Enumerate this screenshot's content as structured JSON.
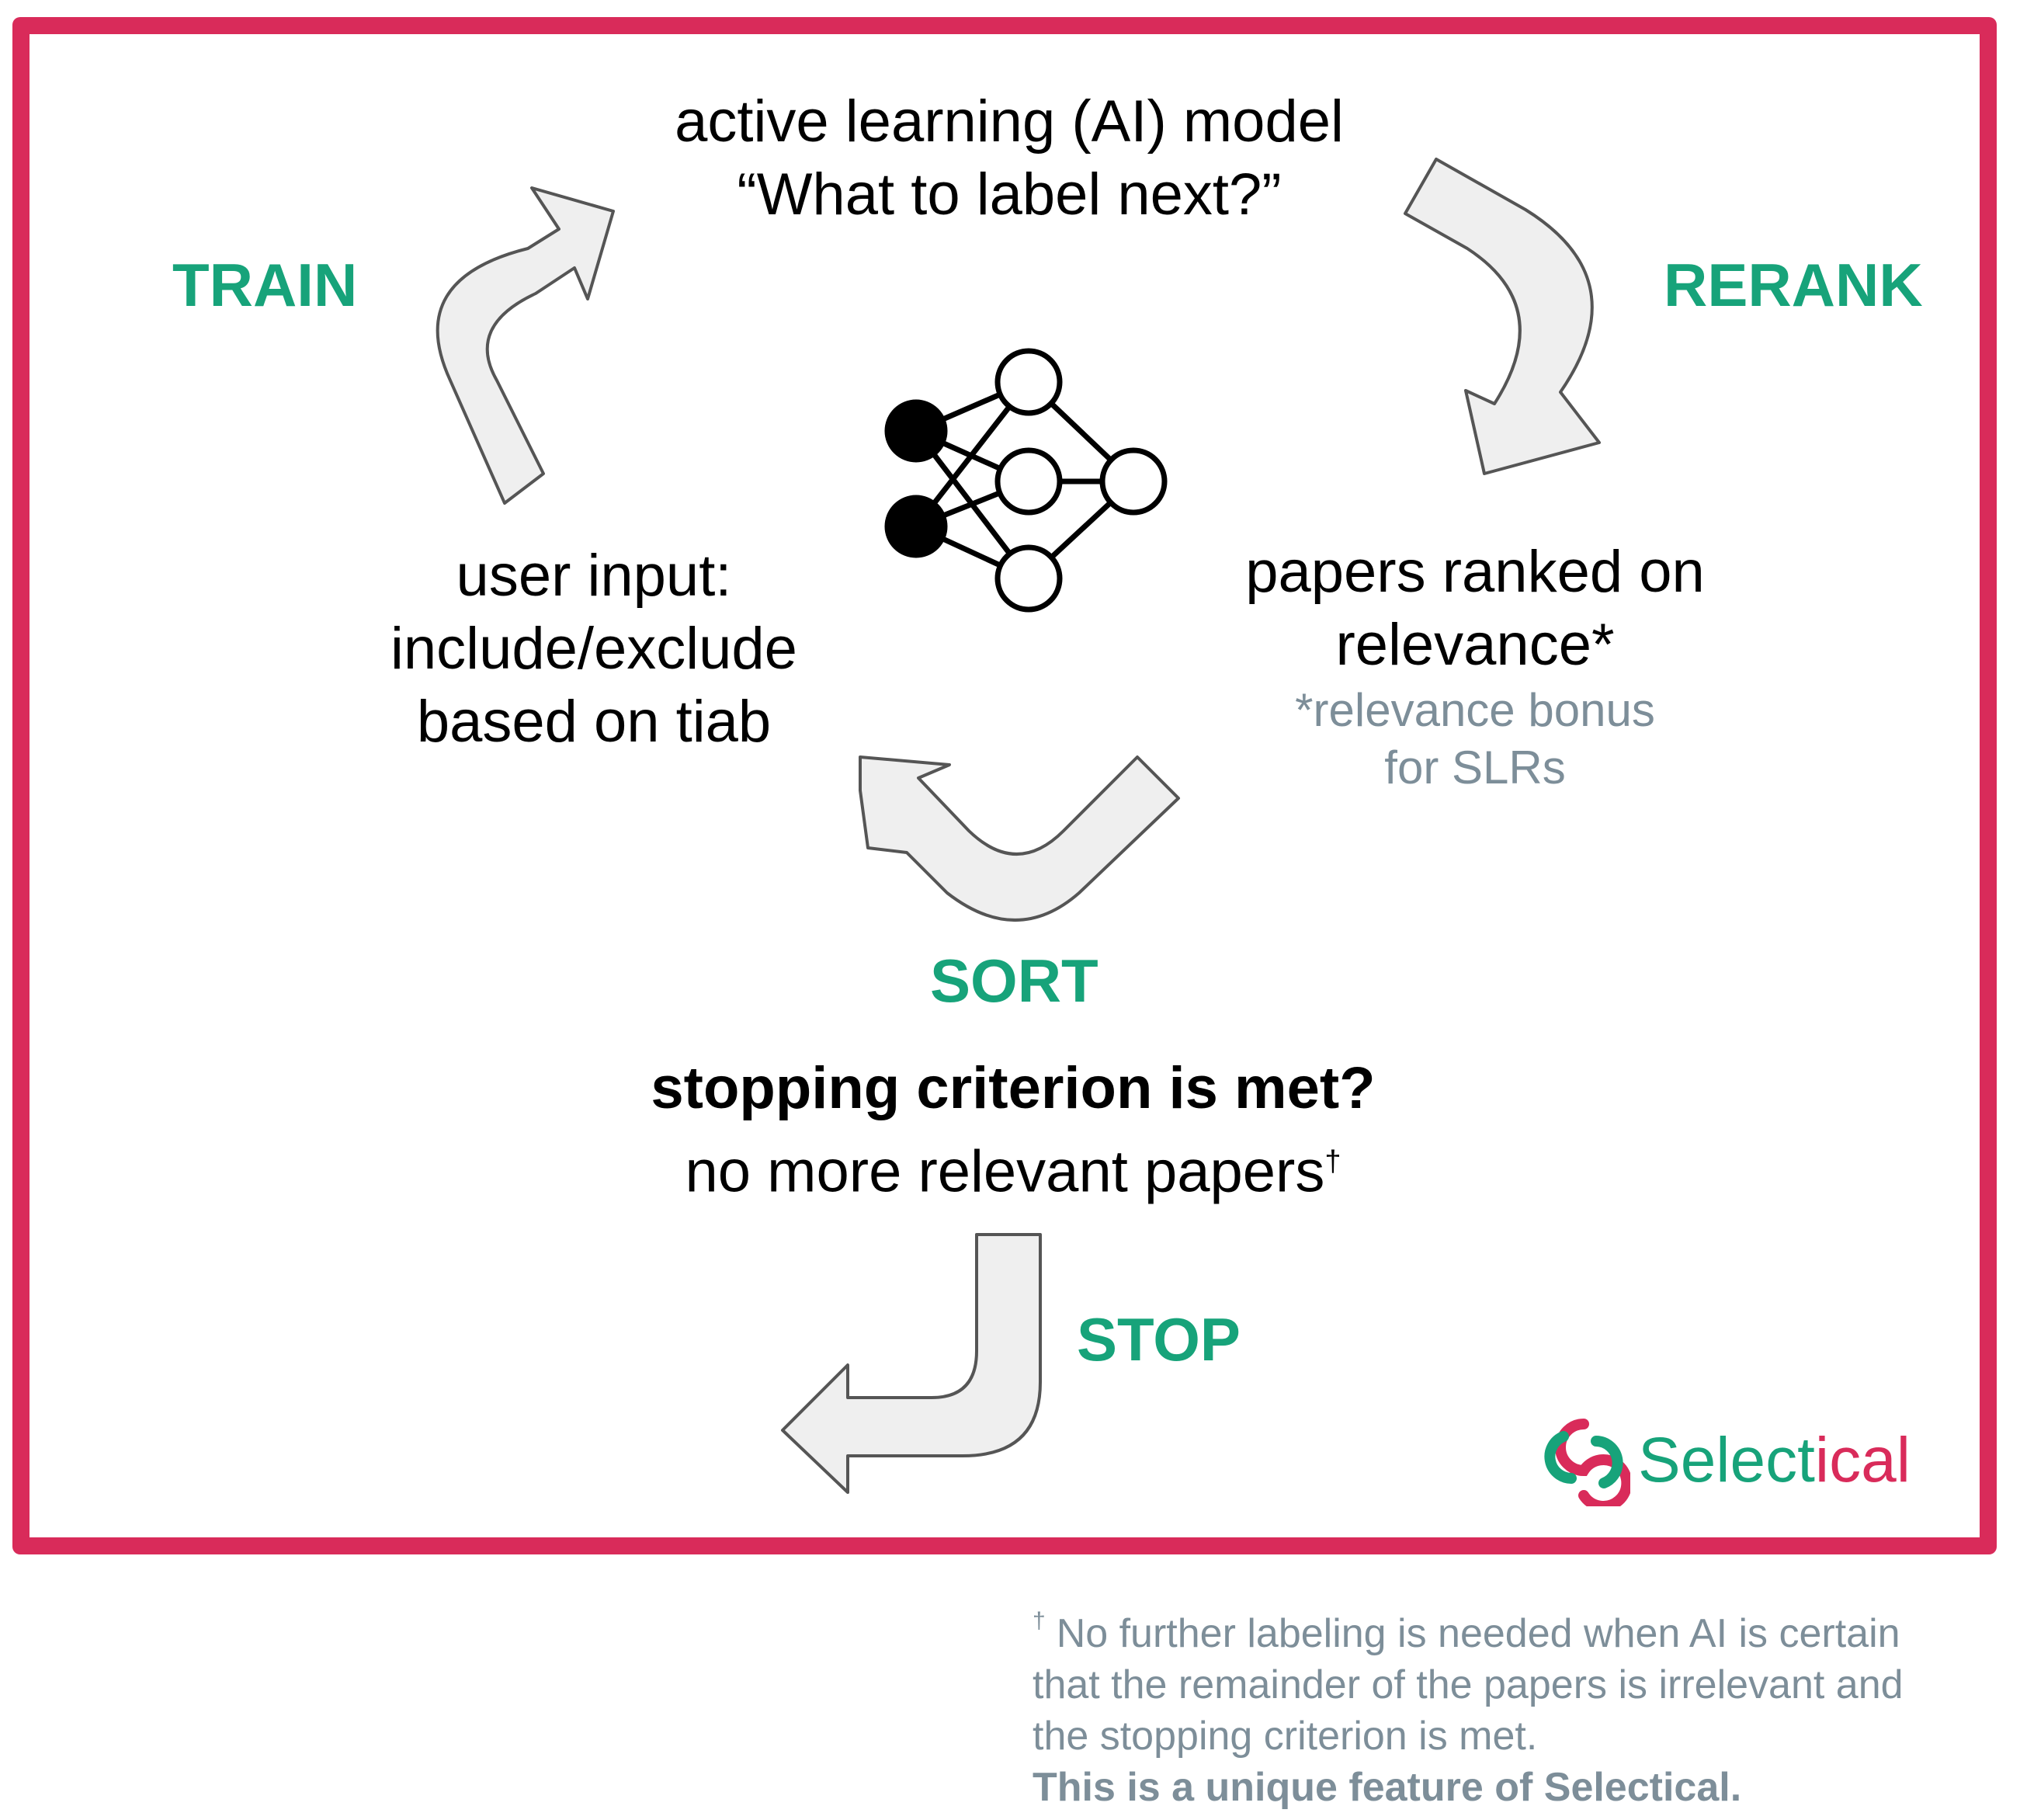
{
  "model": {
    "line1": "active learning (AI) model",
    "line2": "“What to label next?”"
  },
  "user_input": {
    "line1": "user input:",
    "line2": "include/exclude",
    "line3": "based on tiab"
  },
  "ranked": {
    "line1": "papers ranked on",
    "line2": "relevance*",
    "note1": "*relevance bonus",
    "note2": "for SLRs"
  },
  "steps": {
    "train": "TRAIN",
    "rerank": "RERANK",
    "sort": "SORT",
    "stop": "STOP"
  },
  "stopping": {
    "question": "stopping criterion is met?",
    "detail": "no more relevant papers",
    "mark": "†"
  },
  "footnote": {
    "mark": "†",
    "line1": "No further labeling is needed when AI is certain",
    "line2": "that the remainder of the papers is irrelevant and",
    "line3": "the stopping criterion is met.",
    "line4": "This is a unique feature of Selectical."
  },
  "brand": {
    "name_part1": "Select",
    "name_part2": "ical"
  },
  "icons": {
    "network": "neural-network-icon",
    "logo": "selectical-logo-icon"
  },
  "colors": {
    "frame": "#d92b5a",
    "step_label": "#17a37a",
    "note": "#7d8e99",
    "arrow_fill": "#efefef",
    "arrow_stroke": "#555555"
  }
}
